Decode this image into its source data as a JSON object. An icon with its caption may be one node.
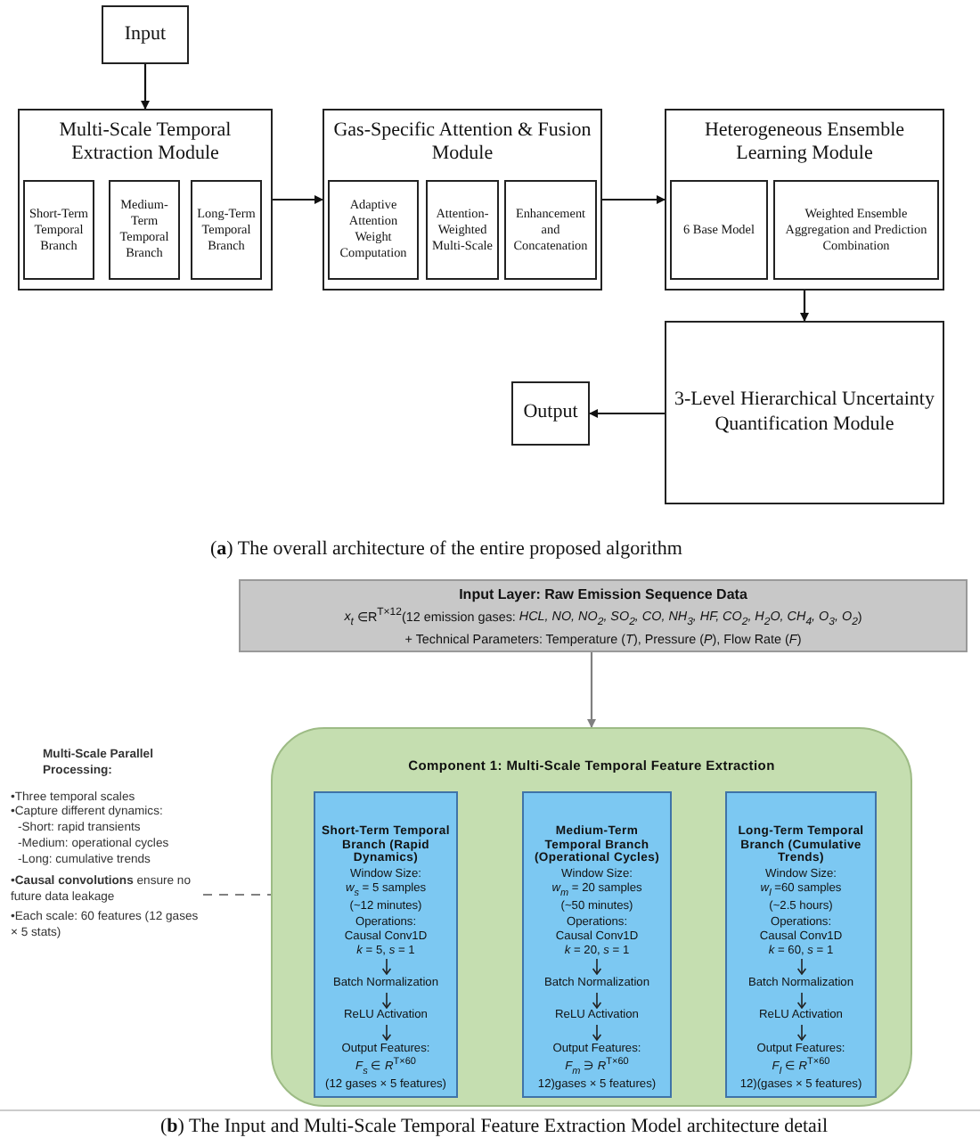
{
  "diagram": {
    "nodes": [
      {
        "text": [
          "Input"
        ]
      },
      {
        "text": [
          "Multi-Scale Temporal Extraction Module"
        ]
      },
      {
        "text": [
          "Short-Term Temporal Branch"
        ],
        "in": 1
      },
      {
        "text": [
          "Medium-Term Temporal Branch"
        ],
        "in": 1
      },
      {
        "text": [
          "Long-Term Temporal Branch"
        ],
        "in": 1
      },
      {
        "text": [
          "Gas-Specific Attention & Fusion Module"
        ]
      },
      {
        "text": [
          "Adaptive Attention Weight Computation"
        ],
        "in": 5
      },
      {
        "text": [
          "Attention-Weighted Multi-Scale"
        ],
        "in": 5
      },
      {
        "text": [
          "Enhancement and Concatenation"
        ],
        "in": 5
      },
      {
        "text": [
          "Heterogeneous Ensemble Learning Module"
        ]
      },
      {
        "text": [
          "6 Base Model"
        ],
        "in": 9
      },
      {
        "text": [
          "Weighted Ensemble Aggregation and Prediction Combination"
        ],
        "in": 9
      },
      {
        "text": [
          "3-Level Hierarchical Uncertainty Quantification Module"
        ]
      },
      {
        "text": [
          "Output"
        ]
      },
      {
        "text": [
          "Input Layer: Raw Emission Sequence Data",
          "*x$_{t}$* ∈R$^{T×12}$(12 emission gases: *HCL, NO, NO$_{2}$, SO$_{2}$, CO, NH$_{3}$, HF, CO$_{2}$, H$_{2}$O, CH$_{4}$, O$_{3}$, O$_{2}$*)",
          "+ Technical Parameters: Temperature (*T*), Pressure (*P*), Flow Rate (*F*)"
        ]
      },
      {
        "text": [
          "Multi-Scale Parallel Processing:",
          "•Three temporal scales",
          "•Capture different dynamics:",
          "-Short: rapid transients",
          "-Medium: operational cycles",
          "-Long: cumulative trends",
          "•**Causal convolutions** ensure no future data leakage",
          "•Each scale: 60 features (12 gases × 5 stats)"
        ]
      },
      {
        "text": [
          "Component 1: Multi-Scale Temporal Feature Extraction"
        ]
      },
      {
        "text": [
          "Short-Term Temporal Branch (Rapid Dynamics)",
          "Window Size:",
          "*w$_{s}$* = 5 samples",
          "(~12 minutes)",
          "Operations:",
          "Causal Conv1D",
          "*k* = 5, *s* = 1",
          "Batch Normalization",
          "ReLU Activation",
          "Output Features:",
          "*F$_{s}$* ∈ *R*$^{T×60}$",
          "(12 gases × 5 features)"
        ],
        "in": 16
      },
      {
        "text": [
          "Medium-Term Temporal Branch (Operational Cycles)",
          "Window Size:",
          "*w$_{m}$* = 20 samples",
          "(~50 minutes)",
          "Operations:",
          "Causal Conv1D",
          "*k* = 20, *s* = 1",
          "Batch Normalization",
          "ReLU Activation",
          "Output Features:",
          "*F$_{m}$* ∋ *R*$^{T×60}$",
          "12)gases × 5 features)"
        ],
        "in": 16
      },
      {
        "text": [
          "Long-Term Temporal Branch (Cumulative Trends)",
          "Window Size:",
          "*w$_{l}$* =60 samples",
          "(~2.5 hours)",
          "Operations:",
          "Causal Conv1D",
          "*k* = 60, *s* = 1",
          "Batch Normalization",
          "ReLU Activation",
          "Output Features:",
          "*F$_{l}$* ∈ *R*$^{T×60}$",
          "12)(gases × 5 features)"
        ],
        "in": 16
      }
    ],
    "edges": [
      {
        "from": 0,
        "to": 1,
        "arrow": "to"
      },
      {
        "from": 1,
        "to": 5,
        "arrow": "to"
      },
      {
        "from": 5,
        "to": 9,
        "arrow": "to"
      },
      {
        "from": 9,
        "to": 12,
        "arrow": "to"
      },
      {
        "from": 12,
        "to": 13,
        "arrow": "to"
      },
      {
        "from": 14,
        "to": 16,
        "arrow": "to",
        "color": "#808080"
      },
      {
        "from": 15,
        "to": 17,
        "arrow": "to",
        "style": "dashed",
        "color": "#808080"
      }
    ],
    "labels": [
      "(**a**) The overall architecture of the entire proposed algorithm",
      "(**b**) The Input and Multi-Scale Temporal Feature Extraction Model architecture detail"
    ]
  }
}
